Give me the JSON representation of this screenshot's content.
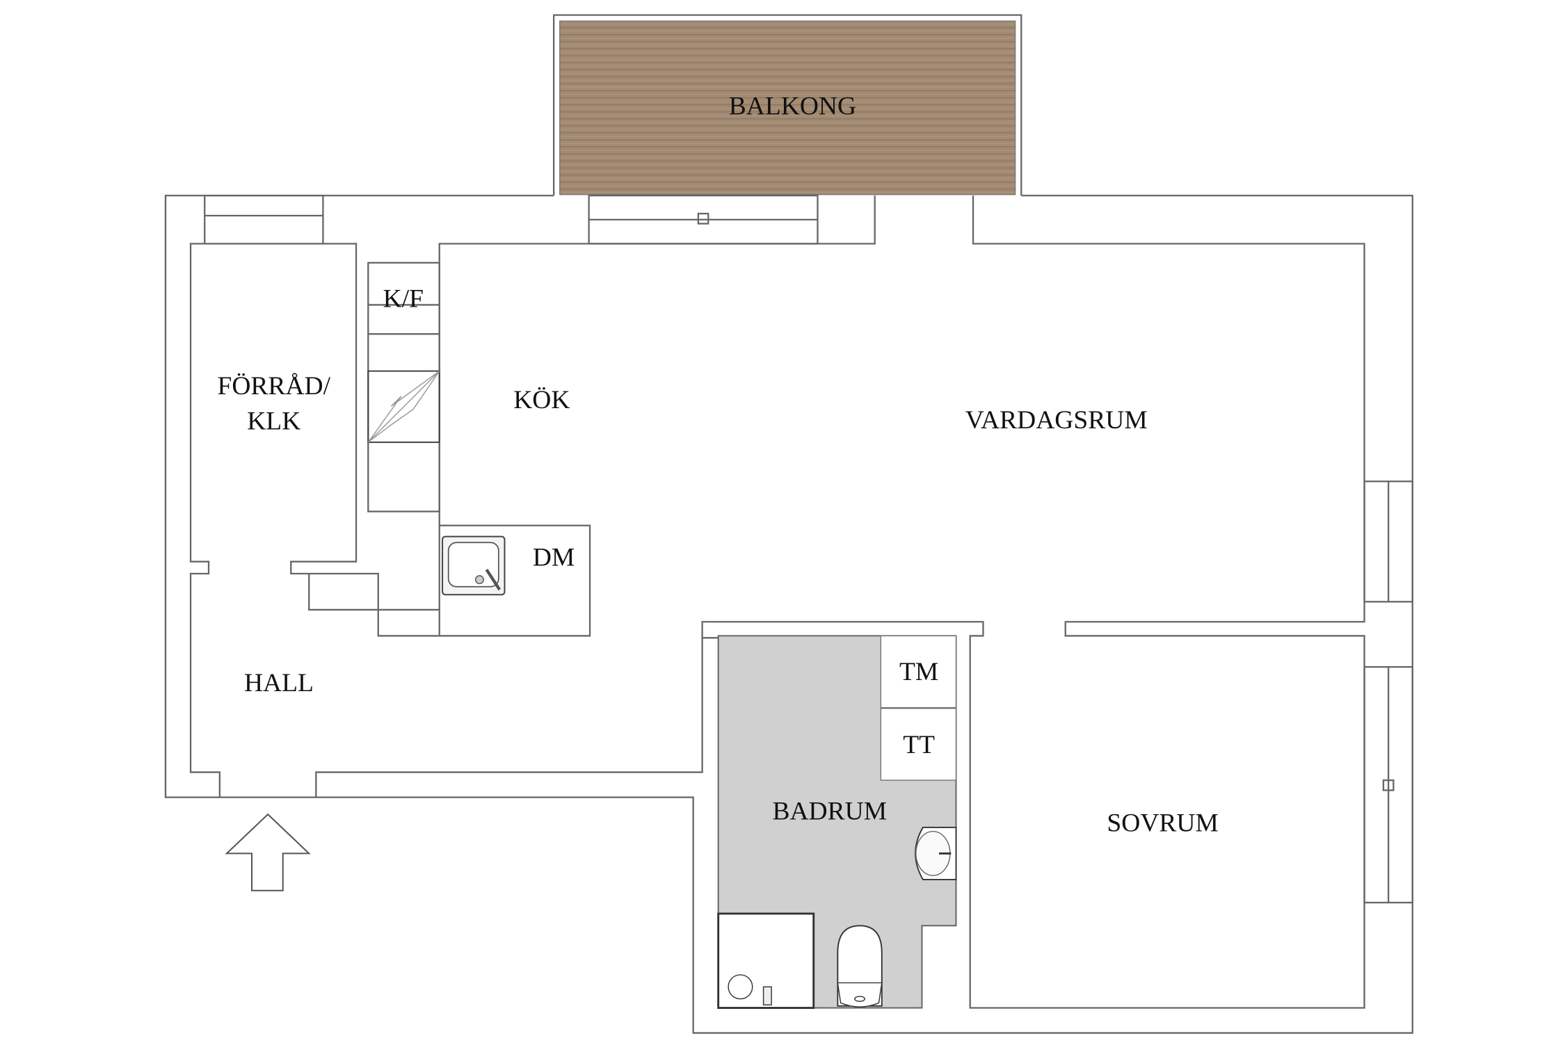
{
  "rooms": {
    "balcony": "BALKONG",
    "storage_line1": "FÖRRÅD/",
    "storage_line2": "KLK",
    "fridge_freezer": "K/F",
    "kitchen": "KÖK",
    "dishwasher": "DM",
    "living_room": "VARDAGSRUM",
    "hall": "HALL",
    "washing_machine": "TM",
    "tumble_dryer": "TT",
    "bathroom": "BADRUM",
    "bedroom": "SOVRUM"
  },
  "colors": {
    "balcony_wood": "#a38a72",
    "bathroom_floor": "#d0d0d0",
    "walls": "#666666"
  },
  "icons": [
    "entrance-arrow-icon",
    "stove-icon",
    "sink-icon",
    "washbasin-icon",
    "toilet-icon",
    "shower-icon"
  ]
}
